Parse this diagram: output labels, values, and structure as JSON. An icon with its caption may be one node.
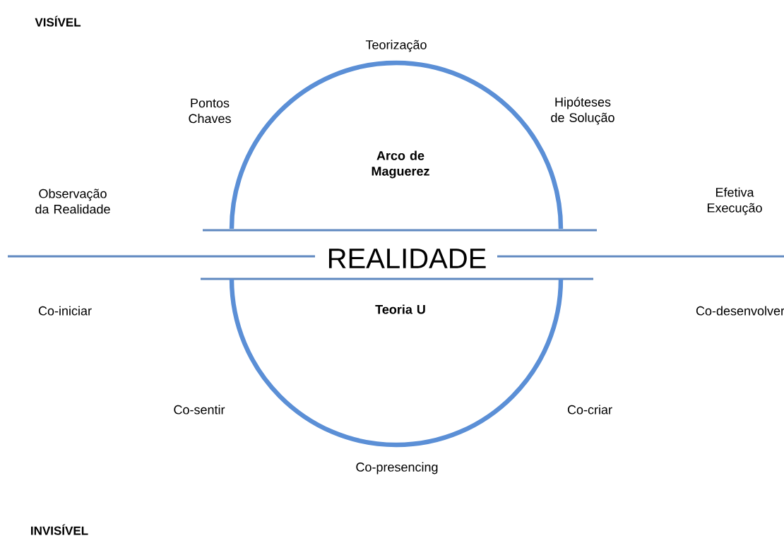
{
  "diagram": {
    "nodes": [
      {
        "text": [
          "Arco de Maguerez"
        ]
      },
      {
        "text": [
          "Teoria U"
        ]
      }
    ],
    "edges": [],
    "labels": [
      "VISÍVEL",
      "Teorização",
      "Pontos Chaves",
      "Hipóteses de Solução",
      "Observação da Realidade",
      "Efetiva Execução",
      "REALIDADE",
      "Co-iniciar",
      "Co-desenvolver",
      "Co-sentir",
      "Co-criar",
      "Co-presencing",
      "INVISÍVEL"
    ]
  }
}
